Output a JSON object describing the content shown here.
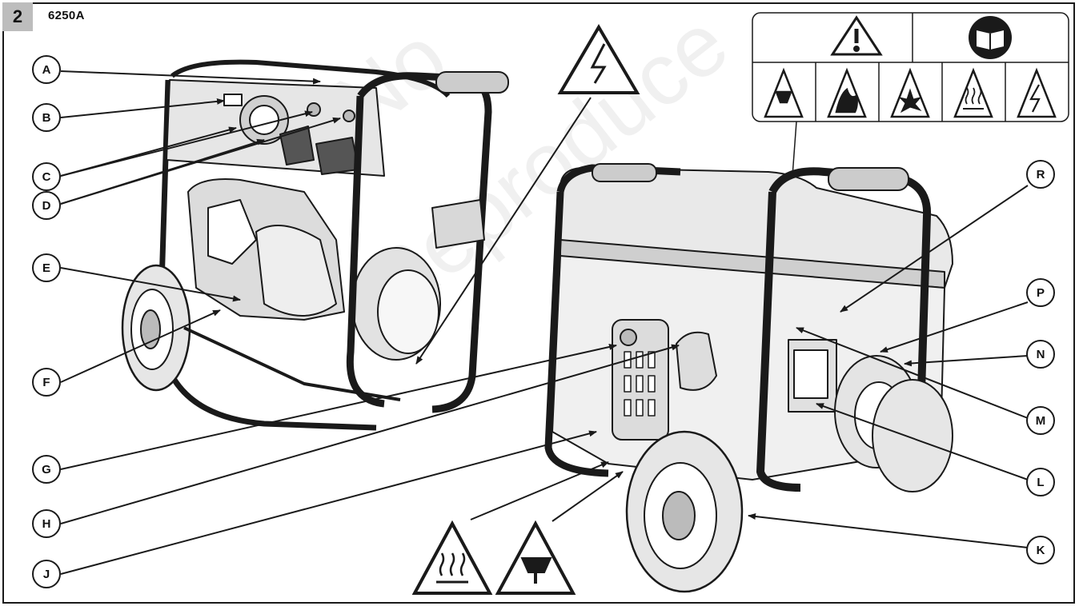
{
  "figure": {
    "number": "2",
    "model": "6250A"
  },
  "callouts": [
    {
      "id": "A",
      "label": "A"
    },
    {
      "id": "B",
      "label": "B"
    },
    {
      "id": "C",
      "label": "C"
    },
    {
      "id": "D",
      "label": "D"
    },
    {
      "id": "E",
      "label": "E"
    },
    {
      "id": "F",
      "label": "F"
    },
    {
      "id": "G",
      "label": "G"
    },
    {
      "id": "H",
      "label": "H"
    },
    {
      "id": "J",
      "label": "J"
    },
    {
      "id": "R",
      "label": "R"
    },
    {
      "id": "P",
      "label": "P"
    },
    {
      "id": "N",
      "label": "N"
    },
    {
      "id": "M",
      "label": "M"
    },
    {
      "id": "L",
      "label": "L"
    },
    {
      "id": "K",
      "label": "K"
    }
  ],
  "warning_panel": {
    "top_icons": [
      "warning-exclamation-icon",
      "read-manual-icon"
    ],
    "bottom_icons": [
      "toxic-fumes-icon",
      "fire-icon",
      "explosion-icon",
      "hot-surface-icon",
      "electric-shock-icon"
    ]
  },
  "standalone_warnings": [
    "electric-shock-icon",
    "hot-surface-icon",
    "toxic-fumes-icon"
  ],
  "colors": {
    "line": "#1a1a1a",
    "fill_light": "#f4f4f4",
    "fill_mid": "#d9d9d9",
    "badge": "#bdbdbd"
  },
  "watermark_text": "Not to be Reproduced"
}
